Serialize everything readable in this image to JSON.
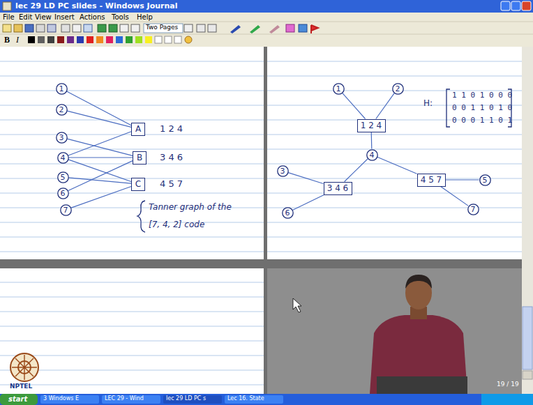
{
  "diagram": {
    "nodes": [
      {
        "text": [
          "1"
        ]
      },
      {
        "text": [
          "2"
        ]
      },
      {
        "text": [
          "3"
        ]
      },
      {
        "text": [
          "4"
        ]
      },
      {
        "text": [
          "5"
        ]
      },
      {
        "text": [
          "6"
        ]
      },
      {
        "text": [
          "7"
        ]
      },
      {
        "text": [
          "A"
        ]
      },
      {
        "text": [
          "B"
        ]
      },
      {
        "text": [
          "C"
        ]
      },
      {
        "text": [
          "1"
        ]
      },
      {
        "text": [
          "2"
        ]
      },
      {
        "text": [
          "1 2 4"
        ]
      },
      {
        "text": [
          "4"
        ]
      },
      {
        "text": [
          "3"
        ]
      },
      {
        "text": [
          "3 4 6"
        ]
      },
      {
        "text": [
          "4 5 7"
        ]
      },
      {
        "text": [
          "5"
        ]
      },
      {
        "text": [
          "6"
        ]
      },
      {
        "text": [
          "7"
        ]
      }
    ],
    "edges": [
      {
        "from": 0,
        "to": 7,
        "arrow": "none"
      },
      {
        "from": 1,
        "to": 7,
        "arrow": "none"
      },
      {
        "from": 3,
        "to": 7,
        "arrow": "none"
      },
      {
        "from": 2,
        "to": 8,
        "arrow": "none"
      },
      {
        "from": 3,
        "to": 8,
        "arrow": "none"
      },
      {
        "from": 5,
        "to": 8,
        "arrow": "none"
      },
      {
        "from": 3,
        "to": 9,
        "arrow": "none"
      },
      {
        "from": 4,
        "to": 9,
        "arrow": "none"
      },
      {
        "from": 6,
        "to": 9,
        "arrow": "none"
      },
      {
        "from": 10,
        "to": 12,
        "arrow": "none"
      },
      {
        "from": 11,
        "to": 12,
        "arrow": "none"
      },
      {
        "from": 12,
        "to": 13,
        "arrow": "none"
      },
      {
        "from": 13,
        "to": 15,
        "arrow": "none"
      },
      {
        "from": 13,
        "to": 16,
        "arrow": "none"
      },
      {
        "from": 14,
        "to": 15,
        "arrow": "none"
      },
      {
        "from": 18,
        "to": 15,
        "arrow": "none"
      },
      {
        "from": 16,
        "to": 17,
        "arrow": "none"
      },
      {
        "from": 16,
        "to": 19,
        "arrow": "none"
      }
    ],
    "labels": [
      "lec 29 LD PC slides - Windows Journal",
      "File",
      "Edit",
      "View",
      "Insert",
      "Actions",
      "Tools",
      "Help",
      "Two Pages",
      "B",
      "I",
      "1 2 4",
      "3 4 6",
      "4 5 7",
      "Tanner graph of the",
      "[7, 4, 2] code",
      "H:",
      "1 1 0 1 0 0 0",
      "0 0 1 1 0 1 0",
      "0 0 0 1 1 0 1",
      "19 / 19",
      "NPTEL",
      "start",
      "3 Windows E",
      "LEC 29 - Wind",
      "lec 29 LD PC s",
      "Lec 16. State"
    ]
  }
}
